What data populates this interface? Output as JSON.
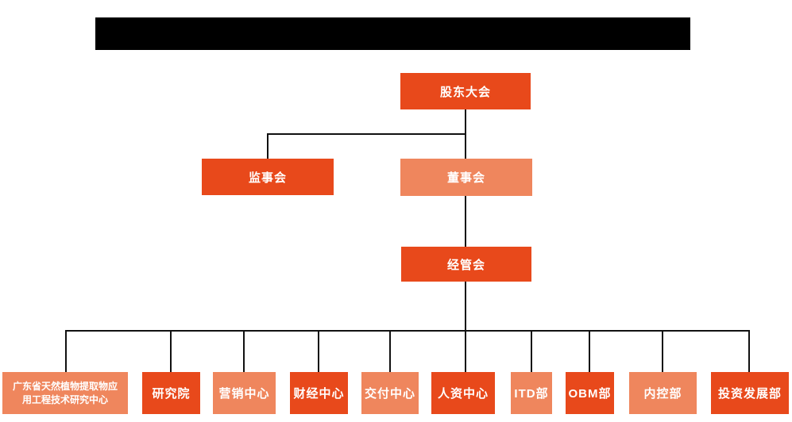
{
  "org_chart": {
    "title": "",
    "nodes": [
      {
        "id": "shareholders-meeting",
        "label": "股东大会",
        "variant": "dark",
        "level": 1
      },
      {
        "id": "supervisory-board",
        "label": "监事会",
        "variant": "dark",
        "level": 2
      },
      {
        "id": "board-of-directors",
        "label": "董事会",
        "variant": "light",
        "level": 2
      },
      {
        "id": "management-committee",
        "label": "经管会",
        "variant": "dark",
        "level": 3
      },
      {
        "id": "research-center",
        "label": "广东省天然植物提取物应用工程技术研究中心",
        "variant": "light",
        "level": 4
      },
      {
        "id": "research-institute",
        "label": "研究院",
        "variant": "dark",
        "level": 4
      },
      {
        "id": "marketing-center",
        "label": "营销中心",
        "variant": "light",
        "level": 4
      },
      {
        "id": "finance-center",
        "label": "财经中心",
        "variant": "dark",
        "level": 4
      },
      {
        "id": "delivery-center",
        "label": "交付中心",
        "variant": "light",
        "level": 4
      },
      {
        "id": "hr-center",
        "label": "人资中心",
        "variant": "dark",
        "level": 4
      },
      {
        "id": "itd-department",
        "label": "ITD部",
        "variant": "light",
        "level": 4
      },
      {
        "id": "obm-department",
        "label": "OBM部",
        "variant": "dark",
        "level": 4
      },
      {
        "id": "internal-control-dept",
        "label": "内控部",
        "variant": "light",
        "level": 4
      },
      {
        "id": "investment-dev-dept",
        "label": "投资发展部",
        "variant": "dark",
        "level": 4
      }
    ],
    "edges": [
      {
        "from": "shareholders-meeting",
        "to": "supervisory-board"
      },
      {
        "from": "shareholders-meeting",
        "to": "board-of-directors"
      },
      {
        "from": "board-of-directors",
        "to": "management-committee"
      },
      {
        "from": "management-committee",
        "to": "research-center"
      },
      {
        "from": "management-committee",
        "to": "research-institute"
      },
      {
        "from": "management-committee",
        "to": "marketing-center"
      },
      {
        "from": "management-committee",
        "to": "finance-center"
      },
      {
        "from": "management-committee",
        "to": "delivery-center"
      },
      {
        "from": "management-committee",
        "to": "hr-center"
      },
      {
        "from": "management-committee",
        "to": "itd-department"
      },
      {
        "from": "management-committee",
        "to": "obm-department"
      },
      {
        "from": "management-committee",
        "to": "internal-control-dept"
      },
      {
        "from": "management-committee",
        "to": "investment-dev-dept"
      }
    ]
  },
  "colors": {
    "dark_orange": "#e8491b",
    "light_orange": "#ef865d",
    "line": "#111111",
    "text": "#ffffff",
    "redaction": "#000000",
    "background": "#ffffff"
  }
}
